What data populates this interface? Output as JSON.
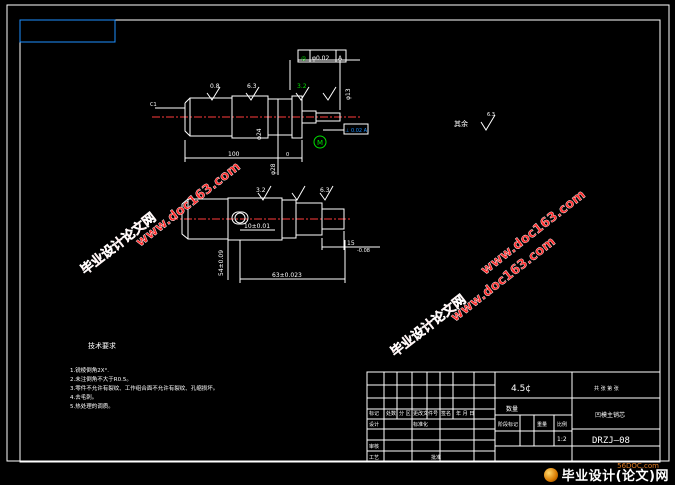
{
  "drawing": {
    "roughness_main": "0.8",
    "roughness_a": "6.3",
    "roughness_b": "3.2",
    "roughness_c": "3.2",
    "roughness_d": "6.3",
    "remaining_label": "其余",
    "remaining_value": "6.3",
    "tol_frame_symbol": "◎",
    "tol_frame_value": "φ0.02",
    "tol_frame_datum": "A",
    "tol_frame2": "⊥ 0.02 A",
    "datum_label": "M",
    "dim_length_100": "100",
    "dim_d28": "φ28",
    "dim_d24": "φ24",
    "dim_d13": "φ13",
    "dim_tol_small": "0",
    "chamfer_note": "C1",
    "keyway_width": "10±0.01",
    "dim_54": "54±0.09",
    "dim_63": "63±0.023",
    "dim_15": "15",
    "dim_15_tol": "-0.08"
  },
  "tech": {
    "title": "技术要求",
    "items": [
      "1.锐棱倒角2X°.",
      "2.未注倒角不大于R0.5。",
      "3.零件不允许有裂纹、工作组合面不允许有裂纹、孔缩损坏。",
      "4.去毛刺。",
      "5.热处理的调质。"
    ]
  },
  "title_block": {
    "scale_value": "4.5¢",
    "drawing_name": "凹模主销芯",
    "mark_label": "标记",
    "count_label": "处数",
    "zone_label": "分 区",
    "change_label": "更改文件号",
    "sign_label": "签名",
    "date_label": "年 月 日",
    "design_label": "设计",
    "std_label": "标准化",
    "stage_label": "阶段标记",
    "weight_label": "重量",
    "ratio_label": "比例",
    "material_label": "数量",
    "check_label": "审核",
    "process_label": "工艺",
    "approve_label": "批准",
    "ratio_value": "1:2",
    "drawing_code": "DRZJ—08",
    "sheet_label": "共 张 第 张"
  },
  "watermarks": {
    "text1": "毕业设计论文网",
    "url": "www.doc163.com"
  },
  "logo": {
    "small": "56DOC.com",
    "text": "毕业设计(论文)网"
  }
}
